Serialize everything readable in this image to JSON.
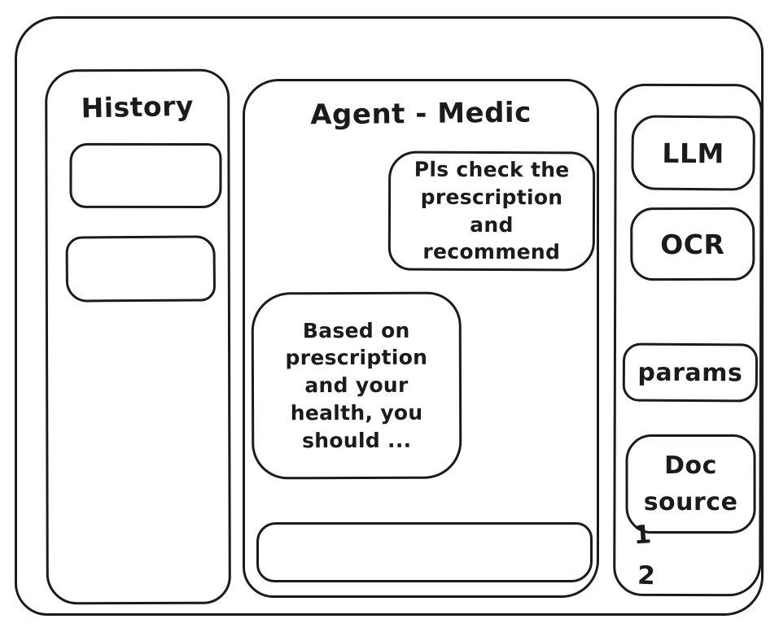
{
  "chat": {
    "title": "Agent - Medic",
    "messages": [
      {
        "role": "user",
        "text": "Pls check the prescription and recommend"
      },
      {
        "role": "assistant",
        "text": "Based on prescription and your health, you should ..."
      }
    ],
    "input": {
      "value": ""
    }
  },
  "history": {
    "title": "History"
  },
  "tools": {
    "llm_label": "LLM",
    "ocr_label": "OCR",
    "params_label": "params",
    "doc_source_label": "Doc source",
    "doc_source_items": [
      "1",
      "2"
    ]
  },
  "colors": {
    "stroke": "#1b1b1b",
    "background": "#ffffff"
  }
}
